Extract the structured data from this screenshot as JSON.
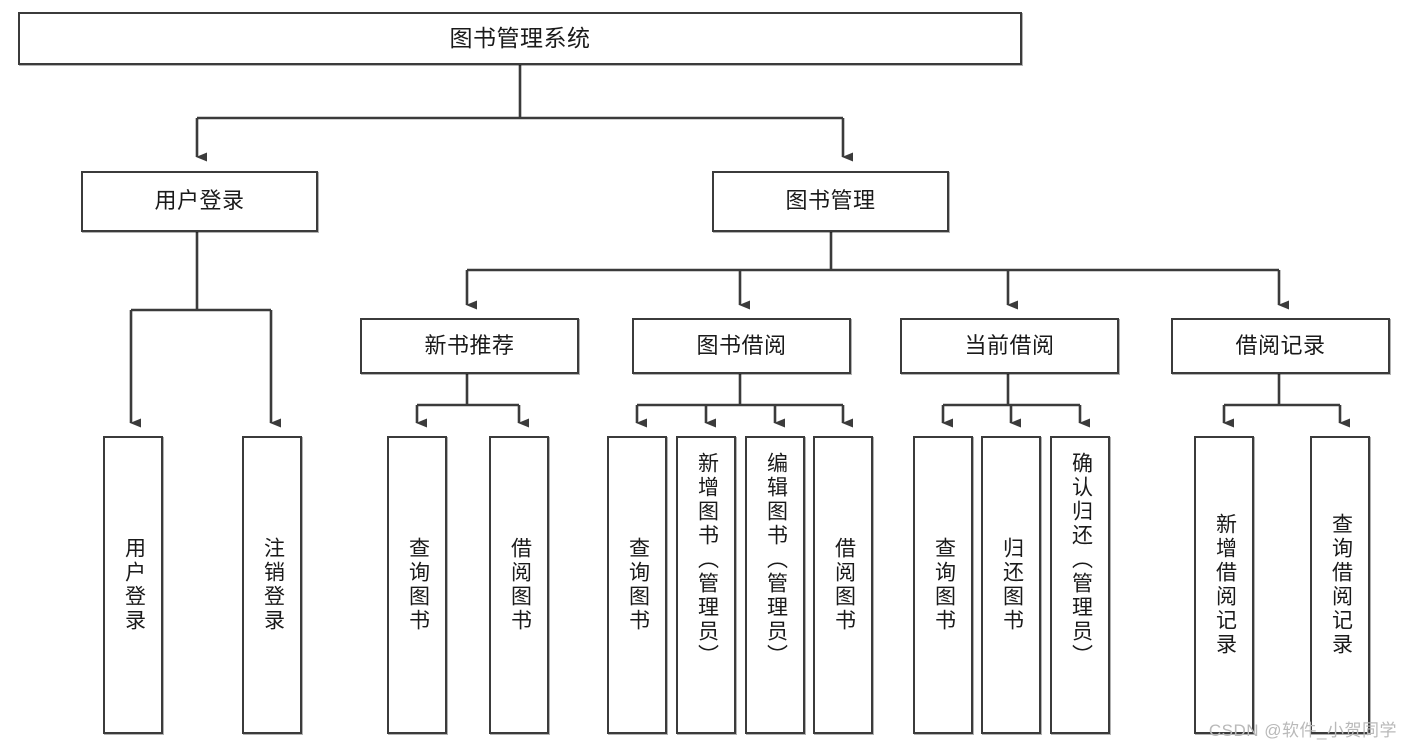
{
  "diagram": {
    "title": "图书管理系统",
    "watermark": "CSDN @软件_小贺同学",
    "line_color": "#3b3b3b",
    "box_fill": "#ffffff",
    "text_color": "#1a1a1a",
    "watermark_color": "#b9b9b9",
    "root": {
      "label": "图书管理系统"
    },
    "level2": [
      {
        "label": "用户登录"
      },
      {
        "label": "图书管理"
      }
    ],
    "level3": [
      {
        "label": "新书推荐"
      },
      {
        "label": "图书借阅"
      },
      {
        "label": "当前借阅"
      },
      {
        "label": "借阅记录"
      }
    ],
    "leaves": {
      "user_login": [
        {
          "label": "用户登录"
        },
        {
          "label": "注销登录"
        }
      ],
      "new_book_recommend": [
        {
          "label": "查询图书"
        },
        {
          "label": "借阅图书"
        }
      ],
      "book_borrow": [
        {
          "label": "查询图书"
        },
        {
          "label": "新增图书（管理员）"
        },
        {
          "label": "编辑图书（管理员）"
        },
        {
          "label": "借阅图书"
        }
      ],
      "current_borrow": [
        {
          "label": "查询图书"
        },
        {
          "label": "归还图书"
        },
        {
          "label": "确认归还（管理员）"
        }
      ],
      "borrow_record": [
        {
          "label": "新增借阅记录"
        },
        {
          "label": "查询借阅记录"
        }
      ]
    }
  }
}
